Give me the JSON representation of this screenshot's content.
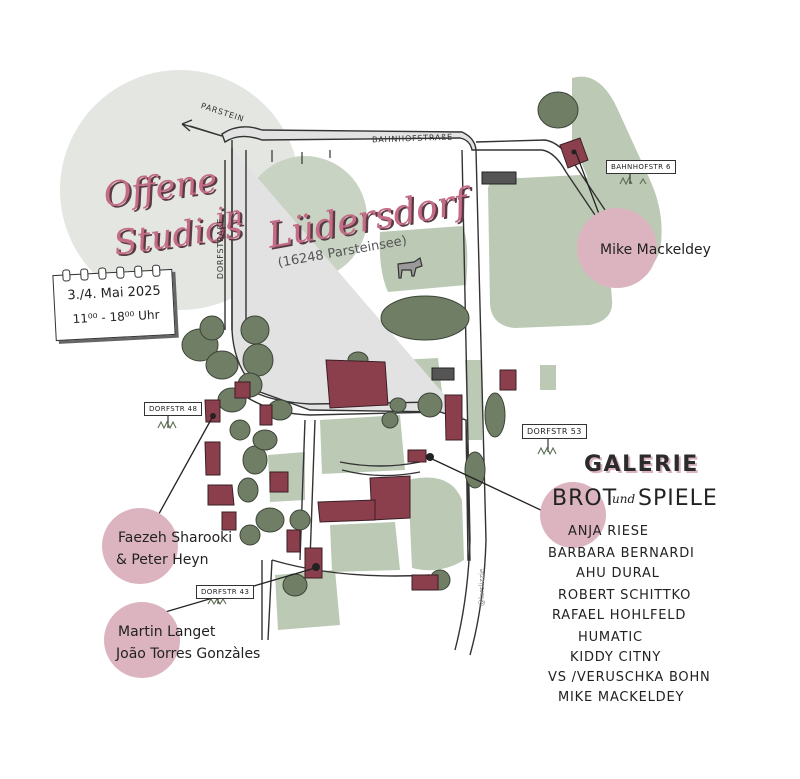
{
  "title": {
    "line1": "Offene",
    "line2": "Studios",
    "line3": "in"
  },
  "village": {
    "name": "Lüdersdorf",
    "postal": "(16248 Parsteinsee)"
  },
  "date": {
    "days": "3./4. Mai 2025",
    "hours": "11⁰⁰ - 18⁰⁰ Uhr"
  },
  "roads": {
    "parstein": "PARSTEIN",
    "bahnhofstrasse": "BAHNHOFSTRAßE",
    "dorfstrasse": "DORFSTRAßE"
  },
  "signs": {
    "bahnhofstr6": "BAHNHOFSTR 6",
    "dorfstr48": "DORFSTR 48",
    "dorfstr53": "DORFSTR 53",
    "dorfstr43": "DORFSTR 43"
  },
  "artists": {
    "mike": "Mike Mackeldey",
    "faezeh_line1": "Faezeh Sharooki",
    "faezeh_line2": "& Peter Heyn",
    "martin_line1": "Martin Langet",
    "martin_line2": "João Torres Gonzàles"
  },
  "gallery": {
    "heading": "GALERIE",
    "brot": "BROT",
    "und": "und",
    "spiele": "SPIELE",
    "members": [
      "Anja Riese",
      "Barbara Bernardi",
      "Ahu Dural",
      "Robert Schittko",
      "Rafael Hohlfeld",
      "Humatic",
      "Kiddy Citny",
      "VS /Veruschka Bohn",
      "Mike Mackeldey"
    ]
  },
  "signature": "@larslizzie",
  "colors": {
    "pink": "#dcb4c0",
    "pink_text": "#c46b86",
    "green": "#bccab5",
    "tree": "#717e66",
    "roof": "#8b3f4d",
    "road": "#e2e2e2",
    "circle": "#e3e6e1"
  }
}
